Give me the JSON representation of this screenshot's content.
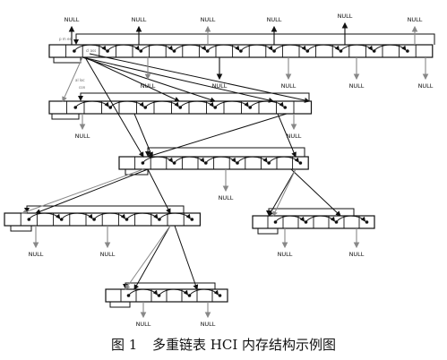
{
  "diagram": {
    "null_label": "NULL",
    "tiny_labels": [
      "p m es",
      "cl ass",
      "al loc",
      "con"
    ]
  },
  "caption": {
    "figure_number": "图 1",
    "text": "多重链表 HCI 内存结构示例图"
  },
  "colors": {
    "stroke": "#111111",
    "arrow_dark": "#111111",
    "arrow_gray": "#888888",
    "background": "#ffffff"
  }
}
